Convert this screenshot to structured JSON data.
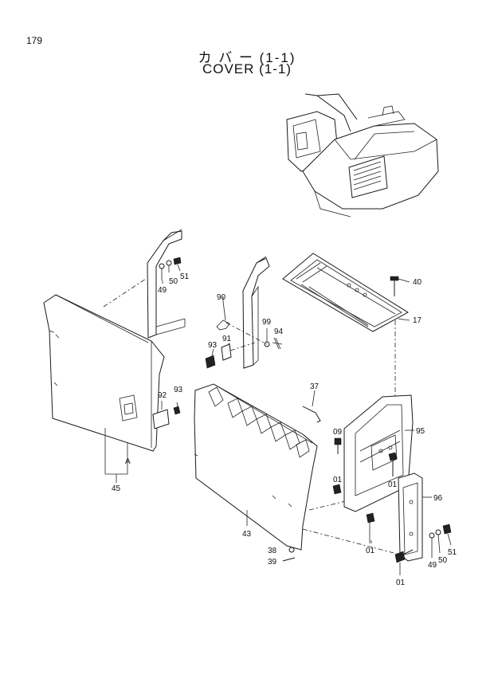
{
  "page_number": "179",
  "title_jp": "カ バ ー  (1-1)",
  "title_en": "COVER (1-1)",
  "callouts": {
    "c40": "40",
    "c17": "17",
    "c49a": "49",
    "c50a": "50",
    "c51a": "51",
    "c90": "90",
    "c99": "99",
    "c94": "94",
    "c93a": "93",
    "c91": "91",
    "c92": "92",
    "c93b": "93",
    "c37": "37",
    "c09": "09",
    "c95": "95",
    "c01a": "01",
    "c01b": "01",
    "c96": "96",
    "cA": "A",
    "c45": "45",
    "c43": "43",
    "c01c": "01",
    "c51b": "51",
    "c50b": "50",
    "c49b": "49",
    "c38": "38",
    "c39": "39",
    "c01d": "01"
  }
}
